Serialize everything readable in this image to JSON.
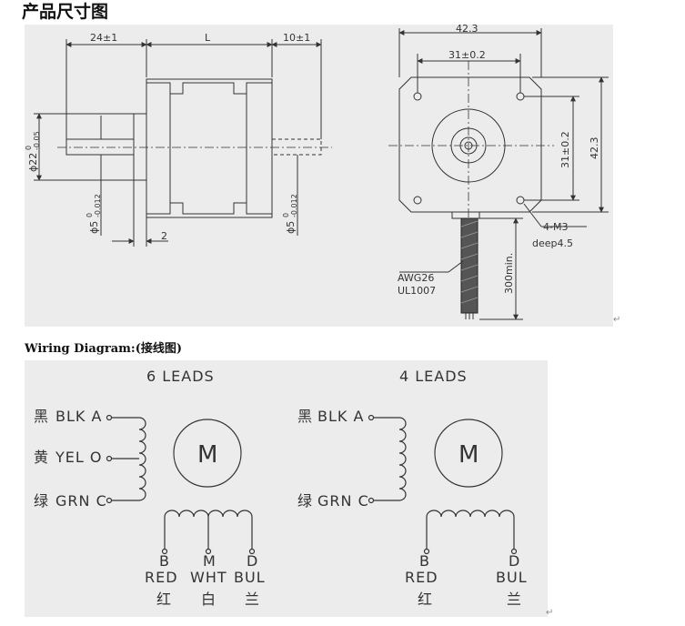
{
  "page_title": "产品尺寸图",
  "wiring_heading": "Wiring Diagram:(接线图)",
  "paragraph_mark": "↵",
  "side_view": {
    "dim_shaft_length": "24±1",
    "dim_body_length": "L",
    "dim_rear_shaft": "10±1",
    "dim_flange_diameter": "ϕ22",
    "dim_flange_tol_upper": "0",
    "dim_flange_tol_lower": "-0.05",
    "dim_shaft_diameter": "ϕ5",
    "dim_shaft_tol_upper": "0",
    "dim_shaft_tol_lower": "-0.012",
    "dim_rear_shaft_diameter": "ϕ5",
    "dim_rear_tol_upper": "0",
    "dim_rear_tol_lower": "-0.012",
    "dim_flange_thickness": "2"
  },
  "front_view": {
    "dim_width": "42.3",
    "dim_hole_spacing_h": "31±0.2",
    "dim_hole_spacing_v": "31±0.2",
    "dim_height": "42.3",
    "hole_label": "4-M3",
    "hole_depth": "deep4.5",
    "wire_gauge": "AWG26",
    "wire_standard": "UL1007",
    "lead_length": "300min."
  },
  "wiring": {
    "six_leads": {
      "title": "6 LEADS",
      "leads_left": [
        {
          "cn": "黑",
          "en": "BLK A"
        },
        {
          "cn": "黄",
          "en": "YEL O"
        },
        {
          "cn": "绿",
          "en": "GRN C"
        }
      ],
      "motor_label": "M",
      "leads_bottom": [
        {
          "pin": "B",
          "color": "RED",
          "cn": "红"
        },
        {
          "pin": "M",
          "color": "WHT",
          "cn": "白"
        },
        {
          "pin": "D",
          "color": "BUL",
          "cn": "兰"
        }
      ]
    },
    "four_leads": {
      "title": "4 LEADS",
      "leads_left": [
        {
          "cn": "黑",
          "en": "BLK A"
        },
        {
          "cn": "绿",
          "en": "GRN C"
        }
      ],
      "motor_label": "M",
      "leads_bottom": [
        {
          "pin": "B",
          "color": "RED",
          "cn": "红"
        },
        {
          "pin": "D",
          "color": "BUL",
          "cn": "兰"
        }
      ]
    }
  }
}
